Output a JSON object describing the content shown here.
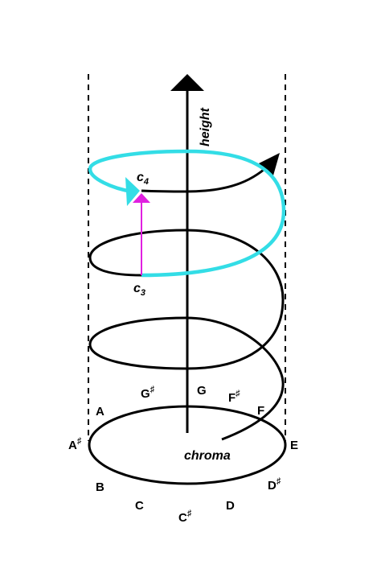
{
  "labels": {
    "height": "height",
    "chroma": "chroma",
    "c4": "c",
    "c4_sub": "4",
    "c3": "c",
    "c3_sub": "3"
  },
  "notes": {
    "a_sharp": "A",
    "a": "A",
    "g_sharp": "G",
    "g": "G",
    "f_sharp": "F",
    "f": "F",
    "e": "E",
    "d_sharp": "D",
    "d": "D",
    "c_sharp": "C",
    "c": "C",
    "b": "B",
    "sharp_symbol": "♯"
  },
  "colors": {
    "helix": "#000000",
    "octave_turn": "#33dde6",
    "octave_arrow": "#e020e0",
    "axis": "#000000"
  }
}
